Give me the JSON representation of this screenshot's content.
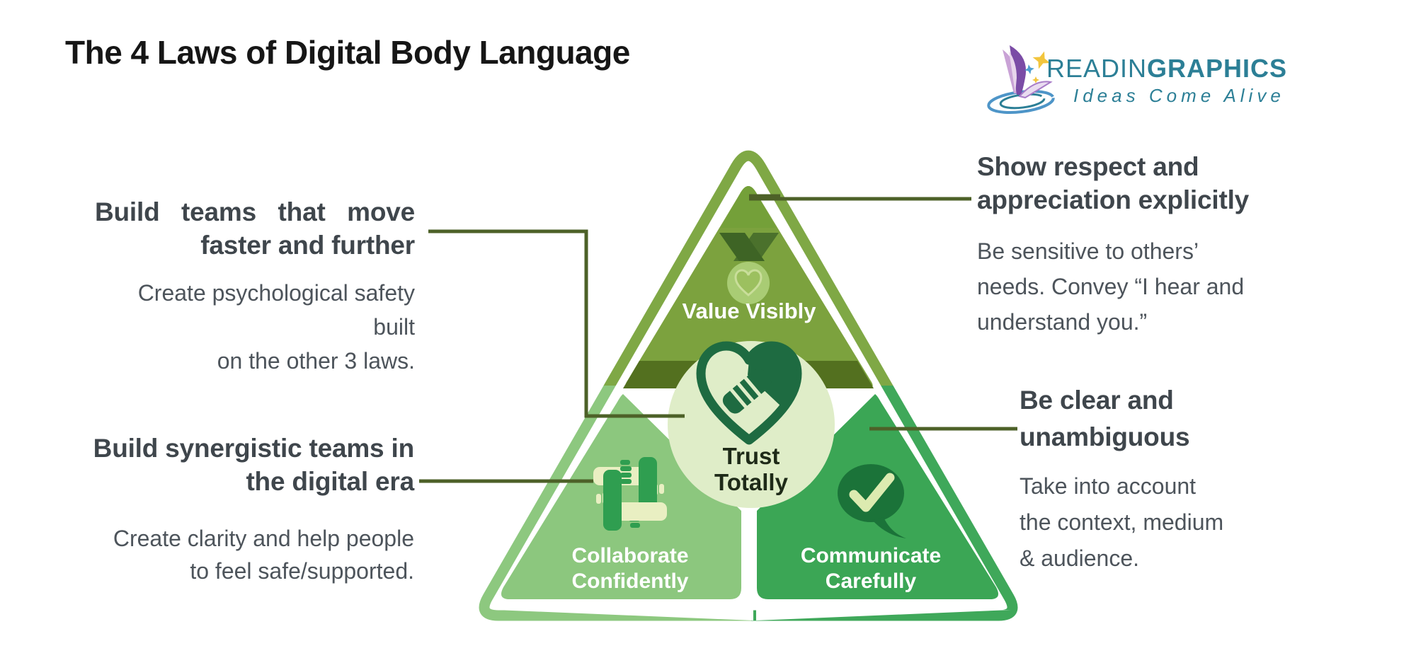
{
  "title": "The 4 Laws of Digital Body Language",
  "logo": {
    "brand_regular": "READIN",
    "brand_bold": "GRAPHICS",
    "tagline": "Ideas Come Alive"
  },
  "callouts": {
    "top_left": {
      "heading_line1": "Build teams that move",
      "heading_line2": "faster and further",
      "body": "Create psychological safety built\non the other 3 laws."
    },
    "bottom_left": {
      "heading": "Build synergistic teams in\nthe digital era",
      "body": "Create clarity and help people\nto feel safe/supported."
    },
    "top_right": {
      "heading": "Show respect and\nappreciation explicitly",
      "body": "Be sensitive to others’\nneeds. Convey “I hear and\nunderstand you.”"
    },
    "bottom_right": {
      "heading": "Be clear and\nunambiguous",
      "body": "Take into account\nthe context, medium\n& audience."
    }
  },
  "pyramid": {
    "top_label": "Value Visibly",
    "bottom_left_label": "Collaborate\nConfidently",
    "bottom_right_label": "Communicate\nCarefully",
    "center_label": "Trust\nTotally",
    "icons": {
      "top": "medal-heart-icon",
      "bottom_left": "hands-together-icon",
      "bottom_right": "speech-check-icon",
      "center": "handshake-heart-icon"
    }
  },
  "colors": {
    "olive": "#7CA23E",
    "oliveShadow": "#53701F",
    "lightGreen": "#8CC77E",
    "midGreen": "#3BA655",
    "circleBg": "#DFEDC8",
    "handshake": "#1E6B41",
    "connector": "#4D6128",
    "brand": "#2C7F96",
    "headingText": "#3F464C",
    "bodyText": "#4D545B"
  }
}
